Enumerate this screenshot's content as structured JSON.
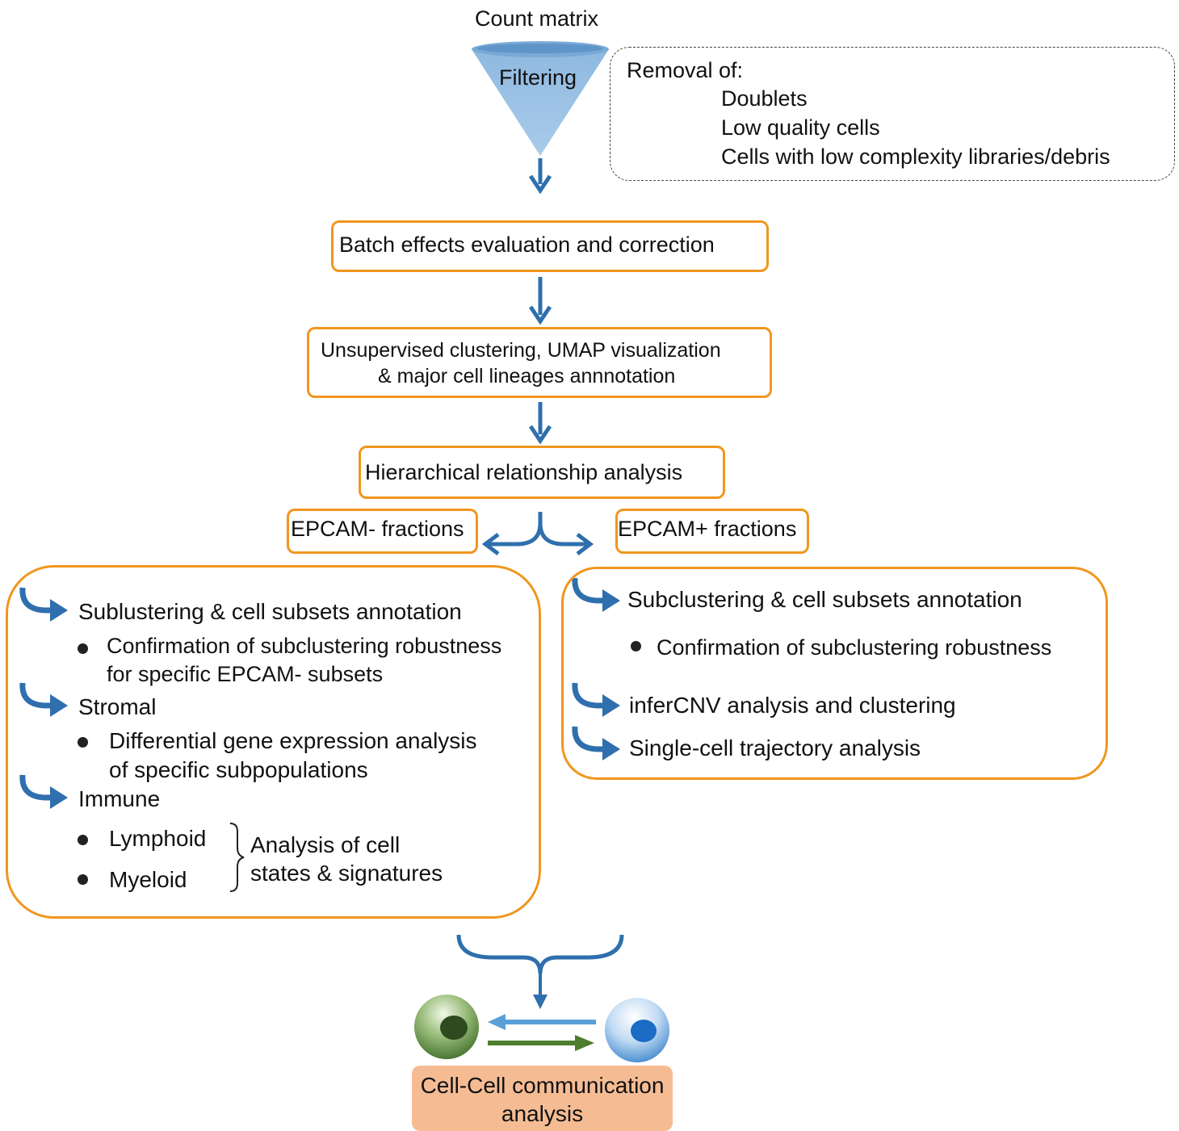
{
  "colors": {
    "box_border": "#f0961e",
    "arrow": "#2f6fad",
    "light_arrow": "#5a9fd6",
    "green_arrow": "#4e7d2d",
    "cc_fill": "#f5bc94"
  },
  "top": {
    "count_matrix": "Count matrix",
    "filtering": "Filtering"
  },
  "removal": {
    "title": "Removal of:",
    "items": [
      "Doublets",
      "Low quality cells",
      "Cells with low complexity libraries/debris"
    ]
  },
  "steps": {
    "batch": "Batch effects evaluation and correction",
    "clustering_line1": "Unsupervised clustering, UMAP visualization",
    "clustering_line2": "& major cell lineages annnotation",
    "hierarchy": "Hierarchical relationship analysis"
  },
  "fractions": {
    "minus": "EPCAM- fractions",
    "plus": "EPCAM+ fractions"
  },
  "left_panel": {
    "sub_heading": "Sublustering & cell subsets annotation",
    "sub_bullet_line1": "Confirmation of subclustering robustness",
    "sub_bullet_line2": "for specific EPCAM- subsets",
    "stromal_heading": "Stromal",
    "stromal_bullet_line1": "Differential gene expression analysis",
    "stromal_bullet_line2": "of specific subpopulations",
    "immune_heading": "Immune",
    "lymphoid": "Lymphoid",
    "myeloid": "Myeloid",
    "states_line1": "Analysis of cell",
    "states_line2": "states & signatures"
  },
  "right_panel": {
    "sub_heading": "Subclustering & cell subsets annotation",
    "sub_bullet": "Confirmation of subclustering robustness",
    "infercnv": "inferCNV analysis and clustering",
    "trajectory": "Single-cell trajectory analysis"
  },
  "communication": {
    "line1": "Cell-Cell communication",
    "line2": "analysis"
  }
}
